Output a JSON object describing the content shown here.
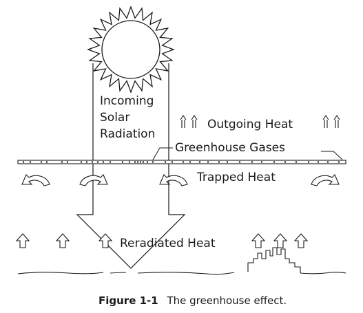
{
  "labels": {
    "incoming_line1": "Incoming",
    "incoming_line2": "Solar",
    "incoming_line3": "Radiation",
    "outgoing": "Outgoing Heat",
    "greenhouse": "Greenhouse Gases",
    "trapped": "Trapped Heat",
    "reradiated": "Reradiated Heat"
  },
  "caption": {
    "number": "Figure 1-1",
    "text": "The greenhouse effect."
  },
  "icons": {
    "sun": "sun-icon",
    "outgoing": "double-arrow-up-icon",
    "trapped": "curved-return-arrow-icon",
    "reradiated": "up-arrow-outline-icon",
    "buildings": "city-skyline-icon"
  },
  "colors": {
    "ink": "#1a1a1a",
    "background": "#ffffff"
  }
}
